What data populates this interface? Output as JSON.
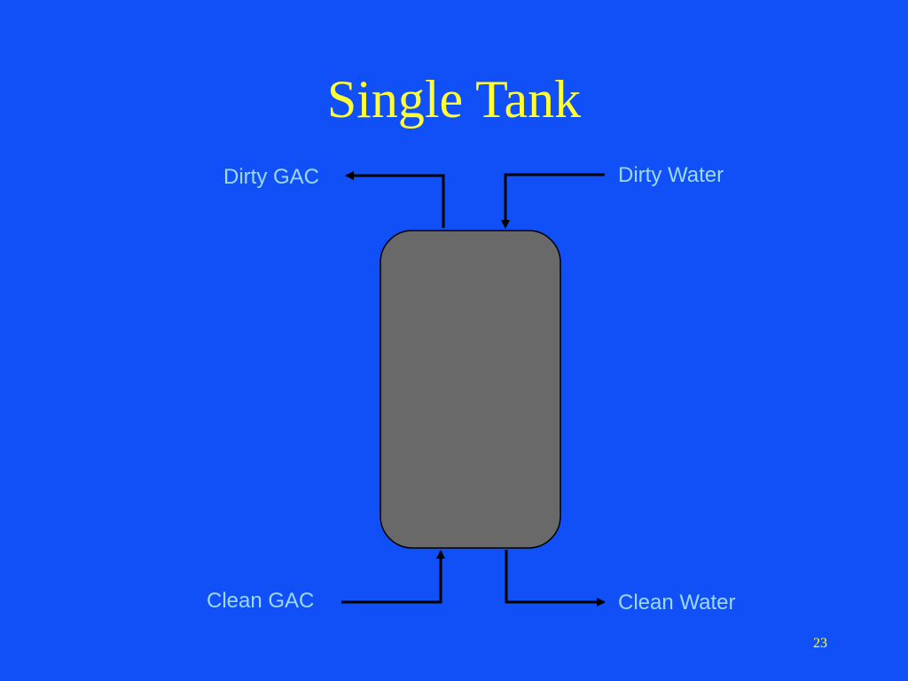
{
  "slide": {
    "title": "Single Tank",
    "page_number": "23"
  },
  "diagram": {
    "labels": {
      "dirty_gac": "Dirty GAC",
      "dirty_water": "Dirty Water",
      "clean_gac": "Clean GAC",
      "clean_water": "Clean Water"
    },
    "colors": {
      "background": "#1150f7",
      "title": "#ffff33",
      "label": "#9fd8ff",
      "tank_fill": "#696969",
      "line": "#000000"
    }
  }
}
